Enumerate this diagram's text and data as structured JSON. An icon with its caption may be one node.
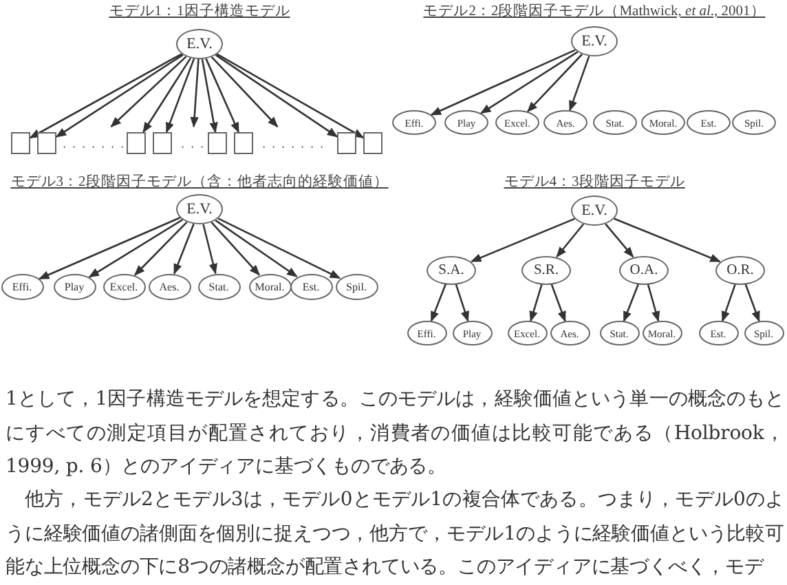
{
  "diagram": {
    "nodes": [
      {
        "text": [
          "E.V."
        ]
      },
      {
        "text": [],
        "shape": "box"
      },
      {
        "text": [],
        "shape": "box"
      },
      {
        "text": [
          "・・・・・・・"
        ]
      },
      {
        "text": [],
        "shape": "box"
      },
      {
        "text": [],
        "shape": "box"
      },
      {
        "text": [
          "・・・"
        ]
      },
      {
        "text": [],
        "shape": "box"
      },
      {
        "text": [],
        "shape": "box"
      },
      {
        "text": [
          "・・・・・・・"
        ]
      },
      {
        "text": [],
        "shape": "box"
      },
      {
        "text": [],
        "shape": "box"
      },
      {
        "text": [
          "E.V."
        ]
      },
      {
        "text": [
          "Effi."
        ]
      },
      {
        "text": [
          "Play"
        ]
      },
      {
        "text": [
          "Excel."
        ]
      },
      {
        "text": [
          "Aes."
        ]
      },
      {
        "text": [
          "Stat."
        ]
      },
      {
        "text": [
          "Moral."
        ]
      },
      {
        "text": [
          "Est."
        ]
      },
      {
        "text": [
          "Spil."
        ]
      },
      {
        "text": [
          "E.V."
        ]
      },
      {
        "text": [
          "Effi."
        ]
      },
      {
        "text": [
          "Play"
        ]
      },
      {
        "text": [
          "Excel."
        ]
      },
      {
        "text": [
          "Aes."
        ]
      },
      {
        "text": [
          "Stat."
        ]
      },
      {
        "text": [
          "Moral."
        ]
      },
      {
        "text": [
          "Est."
        ]
      },
      {
        "text": [
          "Spil."
        ]
      },
      {
        "text": [
          "E.V."
        ]
      },
      {
        "text": [
          "S.A."
        ]
      },
      {
        "text": [
          "S.R."
        ]
      },
      {
        "text": [
          "O.A."
        ]
      },
      {
        "text": [
          "O.R."
        ]
      },
      {
        "text": [
          "Effi."
        ]
      },
      {
        "text": [
          "Play"
        ]
      },
      {
        "text": [
          "Excel."
        ]
      },
      {
        "text": [
          "Aes."
        ]
      },
      {
        "text": [
          "Stat."
        ]
      },
      {
        "text": [
          "Moral."
        ]
      },
      {
        "text": [
          "Est."
        ]
      },
      {
        "text": [
          "Spil."
        ]
      }
    ],
    "edges": [
      {
        "from": 0,
        "to": 1,
        "arrow": "to"
      },
      {
        "from": 0,
        "to": 2,
        "arrow": "to"
      },
      {
        "from": 0,
        "to": 3,
        "arrow": "to"
      },
      {
        "from": 0,
        "to": 4,
        "arrow": "to"
      },
      {
        "from": 0,
        "to": 5,
        "arrow": "to"
      },
      {
        "from": 0,
        "to": 6,
        "arrow": "to"
      },
      {
        "from": 0,
        "to": 7,
        "arrow": "to"
      },
      {
        "from": 0,
        "to": 8,
        "arrow": "to"
      },
      {
        "from": 0,
        "to": 9,
        "arrow": "to"
      },
      {
        "from": 0,
        "to": 10,
        "arrow": "to"
      },
      {
        "from": 0,
        "to": 11,
        "arrow": "to"
      },
      {
        "from": 12,
        "to": 13,
        "arrow": "to"
      },
      {
        "from": 12,
        "to": 14,
        "arrow": "to"
      },
      {
        "from": 12,
        "to": 15,
        "arrow": "to"
      },
      {
        "from": 12,
        "to": 16,
        "arrow": "to"
      },
      {
        "from": 21,
        "to": 22,
        "arrow": "to"
      },
      {
        "from": 21,
        "to": 23,
        "arrow": "to"
      },
      {
        "from": 21,
        "to": 24,
        "arrow": "to"
      },
      {
        "from": 21,
        "to": 25,
        "arrow": "to"
      },
      {
        "from": 21,
        "to": 26,
        "arrow": "to"
      },
      {
        "from": 21,
        "to": 27,
        "arrow": "to"
      },
      {
        "from": 21,
        "to": 28,
        "arrow": "to"
      },
      {
        "from": 21,
        "to": 29,
        "arrow": "to"
      },
      {
        "from": 30,
        "to": 31,
        "arrow": "to"
      },
      {
        "from": 30,
        "to": 32,
        "arrow": "to"
      },
      {
        "from": 30,
        "to": 33,
        "arrow": "to"
      },
      {
        "from": 30,
        "to": 34,
        "arrow": "to"
      },
      {
        "from": 31,
        "to": 35,
        "arrow": "to"
      },
      {
        "from": 31,
        "to": 36,
        "arrow": "to"
      },
      {
        "from": 32,
        "to": 37,
        "arrow": "to"
      },
      {
        "from": 32,
        "to": 38,
        "arrow": "to"
      },
      {
        "from": 33,
        "to": 39,
        "arrow": "to"
      },
      {
        "from": 33,
        "to": 40,
        "arrow": "to"
      },
      {
        "from": 34,
        "to": 41,
        "arrow": "to"
      },
      {
        "from": 34,
        "to": 42,
        "arrow": "to"
      }
    ],
    "labels": [
      "モデル1：1因子構造モデル",
      "モデル2：2段階因子モデル（Mathwick, *et al*., 2001）",
      "モデル3：2段階因子モデル（含：他者志向的経験価値）",
      "モデル4：3段階因子モデル",
      "1として，1因子構造モデルを想定する。このモデルは，経験価値という単一の概念のもとにすべての測定項目が配置されており，消費者の価値は比較可能である（Holbrook，1999, p. 6）とのアイディアに基づくものである。",
      "他方，モデル2とモデル3は，モデル0とモデル1の複合体である。つまり，モデル0のように経験価値の諸側面を個別に捉えつつ，他方で，モデル1のように経験価値という比較可能な上位概念の下に8つの諸概念が配置されている。このアイディアに基づくべく，モデ"
    ]
  }
}
